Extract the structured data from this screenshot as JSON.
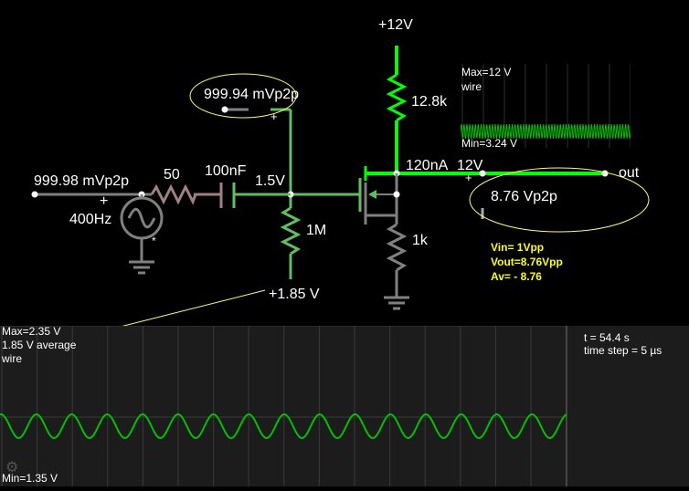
{
  "circuit": {
    "supply_label": "+12V",
    "collector_resistor": "12.8k",
    "source_resistor": "1k",
    "gate_resistor": "1M",
    "coupling_cap": "100nF",
    "series_resistor": "50",
    "source_freq": "400Hz",
    "input_amplitude": "999.98 mVp2p",
    "probe_amplitude": "999.94 mVp2p",
    "node_voltage": "1.5V",
    "bias_voltage": "+1.85 V",
    "drain_current": "120nA",
    "drain_voltage": "12V",
    "output_label": "out",
    "output_amplitude": "8.76 Vp2p",
    "plus_sign": "+",
    "asterisk": "*"
  },
  "summary": {
    "vin": "Vin= 1Vpp",
    "vout": "Vout=8.76Vpp",
    "av": "Av=  - 8.76"
  },
  "mini_scope": {
    "max": "Max=12 V",
    "name": "wire",
    "min": "Min=3.24 V"
  },
  "scope": {
    "max": "Max=2.35 V",
    "average": "1.85 V average",
    "name": "wire",
    "min": "Min=1.35 V",
    "time": "t = 54.4 s",
    "time_step": "time step = 5 µs"
  },
  "colors": {
    "wire_high": "#00ff00",
    "wire_mid": "#5fbf5f",
    "wire_low": "#808080",
    "resistor_pink": "#a08080",
    "trace": "#00c000",
    "annotation": "#ffff00"
  }
}
